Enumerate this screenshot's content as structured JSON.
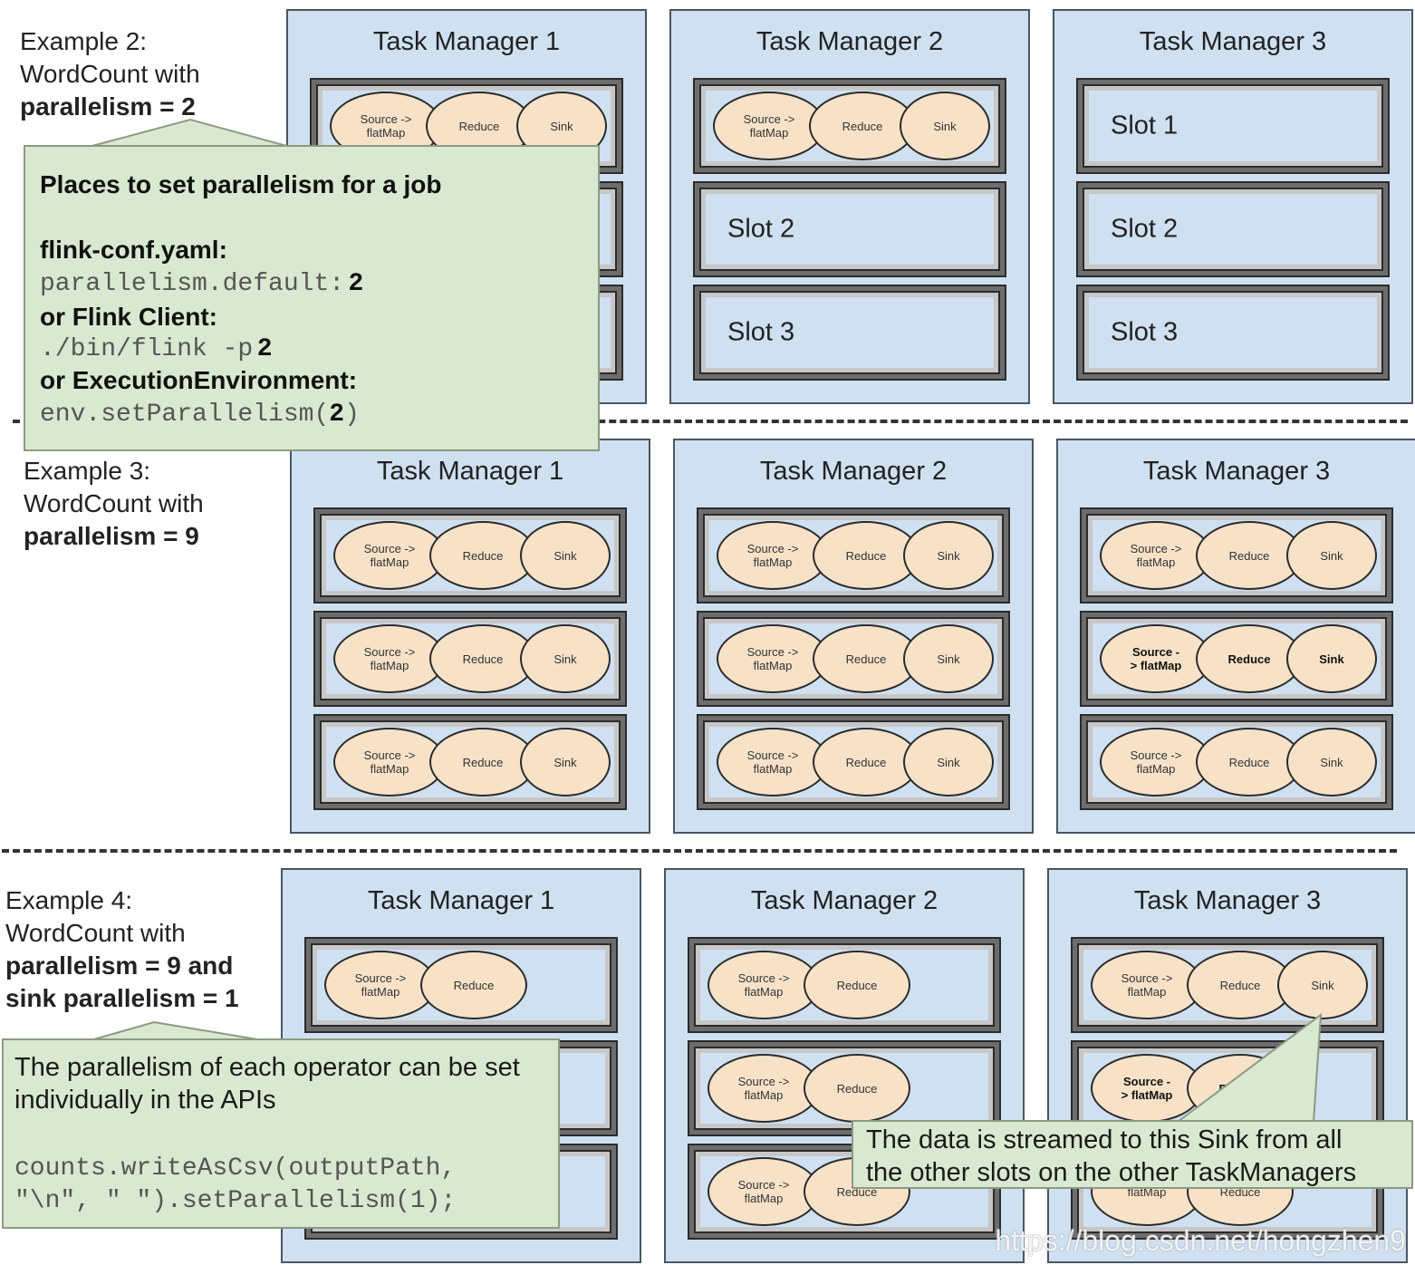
{
  "examples": [
    {
      "label_lines": [
        "Example 2:",
        "WordCount with"
      ],
      "label_bold": [
        "parallelism = 2"
      ],
      "task_managers": [
        {
          "title": "Task Manager 1",
          "slots": [
            {
              "ops": [
                "Source ->\nflatMap",
                "Reduce",
                "Sink"
              ]
            },
            {
              "ops": []
            },
            {
              "ops": []
            }
          ]
        },
        {
          "title": "Task Manager 2",
          "slots": [
            {
              "ops": [
                "Source ->\nflatMap",
                "Reduce",
                "Sink"
              ]
            },
            {
              "label": "Slot 2"
            },
            {
              "label": "Slot 3"
            }
          ]
        },
        {
          "title": "Task Manager 3",
          "slots": [
            {
              "label": "Slot 1"
            },
            {
              "label": "Slot 2"
            },
            {
              "label": "Slot 3"
            }
          ]
        }
      ]
    },
    {
      "label_lines": [
        "Example 3:",
        "WordCount with"
      ],
      "label_bold": [
        "parallelism = 9"
      ],
      "task_managers": [
        {
          "title": "Task Manager 1",
          "slots": [
            {
              "ops": [
                "Source ->\nflatMap",
                "Reduce",
                "Sink"
              ]
            },
            {
              "ops": [
                "Source ->\nflatMap",
                "Reduce",
                "Sink"
              ]
            },
            {
              "ops": [
                "Source ->\nflatMap",
                "Reduce",
                "Sink"
              ]
            }
          ]
        },
        {
          "title": "Task Manager 2",
          "slots": [
            {
              "ops": [
                "Source ->\nflatMap",
                "Reduce",
                "Sink"
              ]
            },
            {
              "ops": [
                "Source ->\nflatMap",
                "Reduce",
                "Sink"
              ]
            },
            {
              "ops": [
                "Source ->\nflatMap",
                "Reduce",
                "Sink"
              ]
            }
          ]
        },
        {
          "title": "Task Manager 3",
          "slots": [
            {
              "ops": [
                "Source ->\nflatMap",
                "Reduce",
                "Sink"
              ]
            },
            {
              "ops": [
                "Source -\n> flatMap",
                "Reduce",
                "Sink"
              ],
              "bold": true
            },
            {
              "ops": [
                "Source ->\nflatMap",
                "Reduce",
                "Sink"
              ]
            }
          ]
        }
      ]
    },
    {
      "label_lines": [
        "Example 4:",
        "WordCount with"
      ],
      "label_bold": [
        "parallelism = 9 and",
        "sink parallelism = 1"
      ],
      "task_managers": [
        {
          "title": "Task Manager 1",
          "slots": [
            {
              "ops": [
                "Source ->\nflatMap",
                "Reduce"
              ]
            },
            {
              "ops": []
            },
            {
              "ops": []
            }
          ]
        },
        {
          "title": "Task Manager 2",
          "slots": [
            {
              "ops": [
                "Source ->\nflatMap",
                "Reduce"
              ]
            },
            {
              "ops": [
                "Source ->\nflatMap",
                "Reduce"
              ]
            },
            {
              "ops": [
                "Source ->\nflatMap",
                "Reduce"
              ]
            }
          ]
        },
        {
          "title": "Task Manager 3",
          "slots": [
            {
              "ops": [
                "Source ->\nflatMap",
                "Reduce",
                "Sink"
              ]
            },
            {
              "ops": [
                "Source -\n> flatMap",
                "Reduce"
              ],
              "bold": true
            },
            {
              "ops": [
                "flatMap",
                "Reduce"
              ]
            }
          ]
        }
      ]
    }
  ],
  "callout_parallelism": {
    "heading": "Places to set parallelism for a job",
    "conf_label": "flink-conf.yaml:",
    "conf_code": "parallelism.default:",
    "conf_value": "2",
    "client_label": "or Flink Client:",
    "client_code": "./bin/flink -p",
    "client_value": "2",
    "env_label": "or ExecutionEnvironment:",
    "env_code_pre": "env.setParallelism(",
    "env_value": "2",
    "env_code_post": ")"
  },
  "callout_operator": {
    "text_line1": "The parallelism of each operator can be set",
    "text_line2": "individually in the APIs",
    "code_line1": "counts.writeAsCsv(outputPath,",
    "code_line2": "\"\\n\", \" \").setParallelism(1);"
  },
  "callout_sink": {
    "text_line1": "The data is streamed to this Sink from all",
    "text_line2": "the other slots on the other TaskManagers"
  },
  "watermark": "https://blog.csdn.net/hongzhen9",
  "colors": {
    "task_manager_bg": "#cfe0f1",
    "operator_fill": "#f7e2c8",
    "callout_bg": "#d9e8d0"
  }
}
